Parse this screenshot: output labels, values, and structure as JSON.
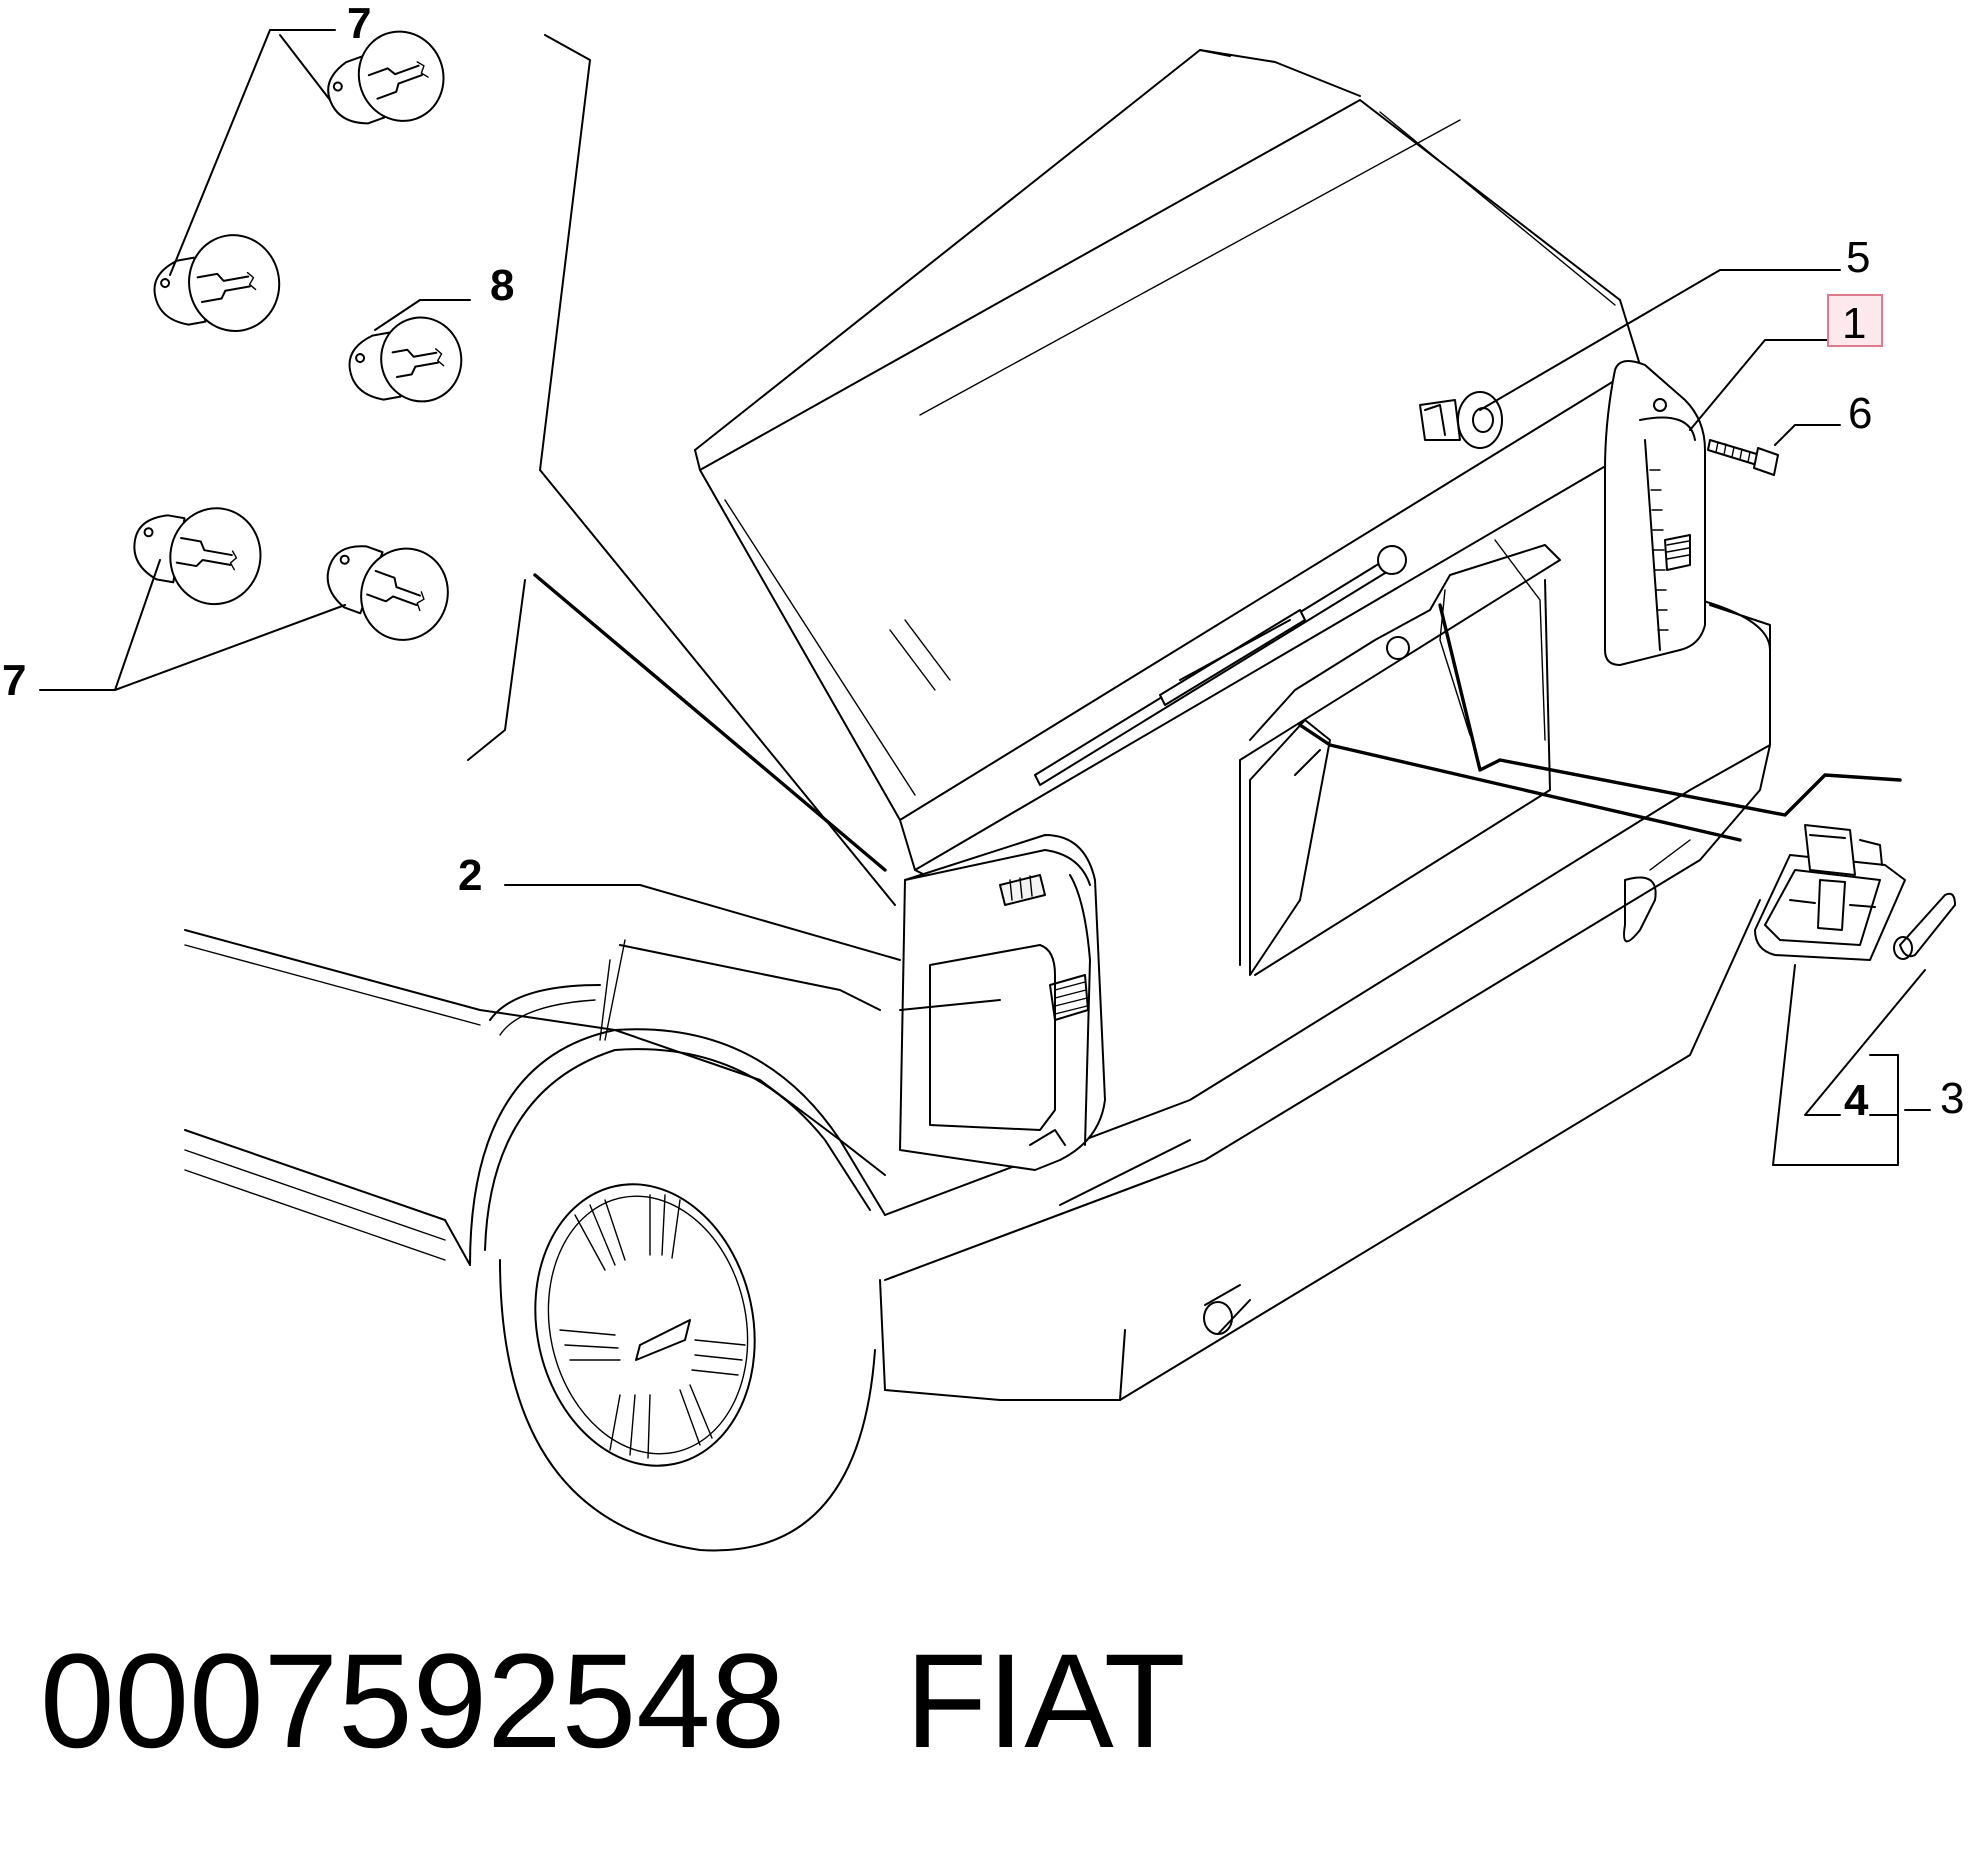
{
  "callouts": {
    "c7_top": "7",
    "c8": "8",
    "c7_left": "7",
    "c5": "5",
    "c1": "1",
    "c6": "6",
    "c2": "2",
    "c4": "4",
    "c3": "3"
  },
  "caption": {
    "part_number": "0007592548",
    "brand": "FIAT"
  },
  "colors": {
    "ink": "#000000",
    "background": "#ffffff",
    "highlight_fill": "#fbe9ee",
    "highlight_stroke": "#e07a8f"
  },
  "highlighted_callout": "1"
}
